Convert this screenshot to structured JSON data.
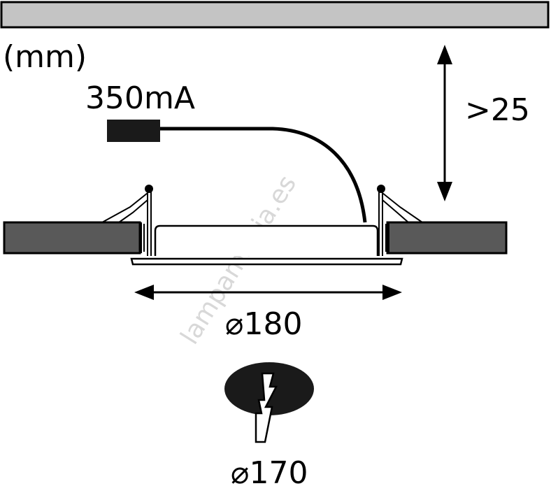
{
  "diagram": {
    "unit_label": "(mm)",
    "current_label": "350mA",
    "depth_label": ">25",
    "outer_diameter_label": "⌀180",
    "cutout_diameter_label": "⌀170",
    "watermark": "lampamania.es"
  },
  "colors": {
    "ceiling_fill": "#c4c4c4",
    "board_fill": "#595959",
    "line": "#000000",
    "driver_fill": "#1a1a1a"
  },
  "icons": {
    "cutout": "ellipse-lightning-icon"
  }
}
